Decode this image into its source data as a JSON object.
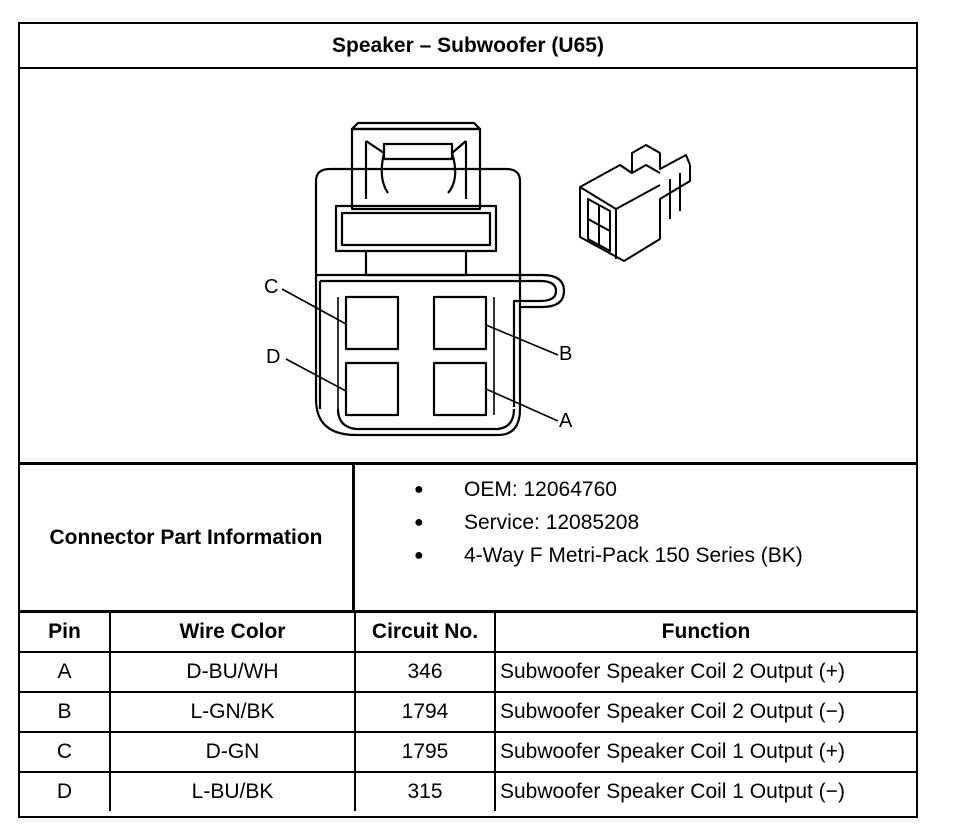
{
  "title": "Speaker – Subwoofer (U65)",
  "diagram": {
    "pin_labels": {
      "A": "A",
      "B": "B",
      "C": "C",
      "D": "D"
    }
  },
  "connector_info": {
    "label": "Connector Part Information",
    "items": [
      "OEM: 12064760",
      "Service: 12085208",
      "4-Way F Metri-Pack 150 Series (BK)"
    ]
  },
  "pin_table": {
    "headers": [
      "Pin",
      "Wire Color",
      "Circuit No.",
      "Function"
    ],
    "rows": [
      {
        "pin": "A",
        "wire_color": "D-BU/WH",
        "circuit": "346",
        "function": "Subwoofer Speaker Coil 2 Output (+)"
      },
      {
        "pin": "B",
        "wire_color": "L-GN/BK",
        "circuit": "1794",
        "function": "Subwoofer Speaker Coil 2 Output (−)"
      },
      {
        "pin": "C",
        "wire_color": "D-GN",
        "circuit": "1795",
        "function": "Subwoofer Speaker Coil 1 Output (+)"
      },
      {
        "pin": "D",
        "wire_color": "L-BU/BK",
        "circuit": "315",
        "function": "Subwoofer Speaker Coil 1 Output (−)"
      }
    ]
  }
}
